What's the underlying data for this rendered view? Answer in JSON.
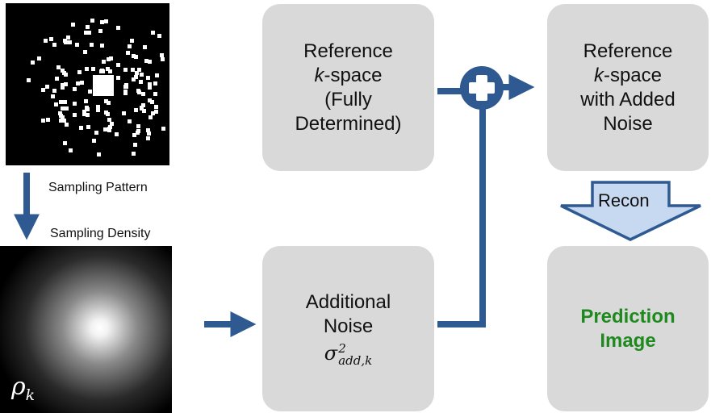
{
  "diagram": {
    "sampling_pattern_label": "Sampling Pattern",
    "sampling_density_label": "Sampling Density",
    "density_symbol": "ρ",
    "density_subscript": "k",
    "reference_box": {
      "line1": "Reference",
      "line2_italic": "k",
      "line2_rest": "-space",
      "line3": "(Fully",
      "line4": "Determined)"
    },
    "noisy_box": {
      "line1": "Reference",
      "line2_italic": "k",
      "line2_rest": "-space",
      "line3": "with Added",
      "line4": "Noise"
    },
    "noise_box": {
      "line1": "Additional",
      "line2": "Noise",
      "sigma": "σ",
      "sigma_sup": "2",
      "sigma_sub": "add,k"
    },
    "recon_label": "Recon",
    "prediction_box": {
      "line1": "Prediction",
      "line2": "Image"
    },
    "colors": {
      "arrow": "#2e5a91",
      "box": "#d9d9d9",
      "recon_fill": "#c6d9f1",
      "prediction_text": "#1e8a1e"
    }
  }
}
